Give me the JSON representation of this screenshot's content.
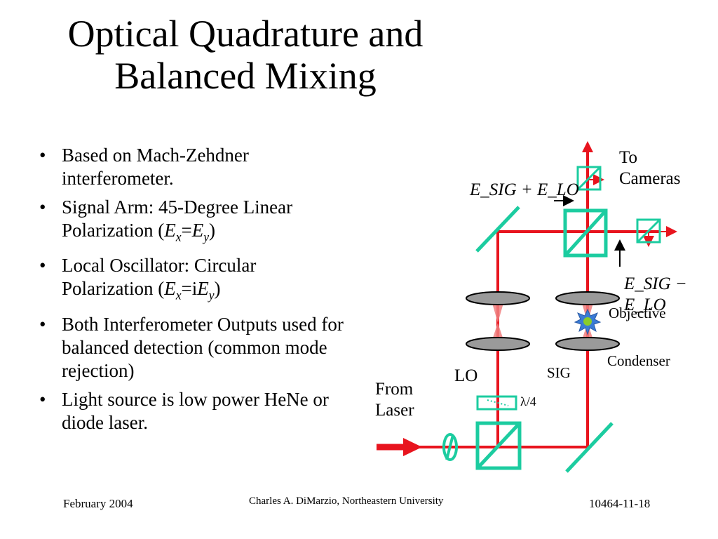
{
  "title": {
    "line1": "Optical Quadrature and",
    "line2": "Balanced Mixing"
  },
  "bullets": [
    {
      "text": "Based on Mach-Zehdner interferometer."
    },
    {
      "pre": "Signal Arm: 45-Degree Linear Polarization (",
      "math": {
        "a": "E",
        "a_sub": "x",
        "op": "=",
        "b": "E",
        "b_sub": "y"
      },
      "post": ")"
    },
    {
      "pre": "Local Oscillator: Circular Polarization (",
      "math": {
        "a": "E",
        "a_sub": "x",
        "op": "=i",
        "b": "E",
        "b_sub": "y"
      },
      "post": ")"
    },
    {
      "text": "Both Interferometer Outputs used for balanced detection (common mode rejection)"
    },
    {
      "text": "Light source is low power HeNe or diode laser."
    }
  ],
  "diagram": {
    "to_cameras_1": "To",
    "to_cameras_2": "Cameras",
    "sum_label": "E_SIG + E_LO",
    "diff_label": "E_SIG − E_LO",
    "objective": "Objective",
    "condenser": "Condenser",
    "lo": "LO",
    "sig": "SIG",
    "from_laser_1": "From",
    "from_laser_2": "Laser",
    "waveplate": "λ/4",
    "colors": {
      "beam": "#e8141e",
      "optic": "#1ccca0",
      "lens": "#8a8a8a"
    }
  },
  "footer": {
    "date": "February 2004",
    "author": "Charles A. DiMarzio, Northeastern University",
    "slide": "10464-11-18"
  }
}
